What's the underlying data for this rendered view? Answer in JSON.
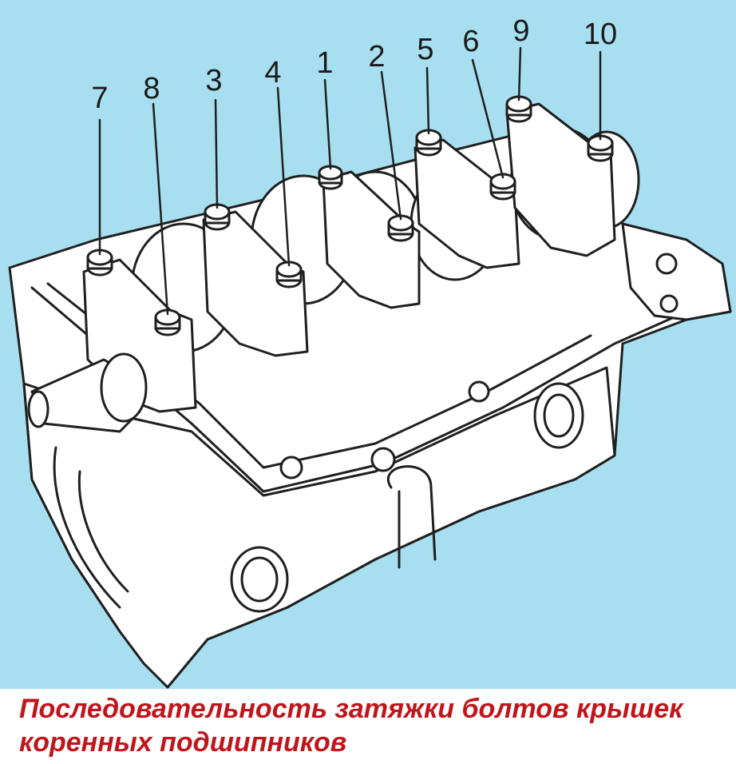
{
  "colors": {
    "background": "#a8dff0",
    "line": "#1f1f1f",
    "fill": "#ffffff",
    "caption": "#c0151b"
  },
  "callouts": {
    "c7": "7",
    "c8": "8",
    "c3": "3",
    "c4": "4",
    "c1": "1",
    "c2": "2",
    "c5": "5",
    "c6": "6",
    "c9": "9",
    "c10": "10"
  },
  "caption": {
    "line1": "Последовательность затяжки болтов крышек",
    "line2": "коренных подшипников"
  }
}
